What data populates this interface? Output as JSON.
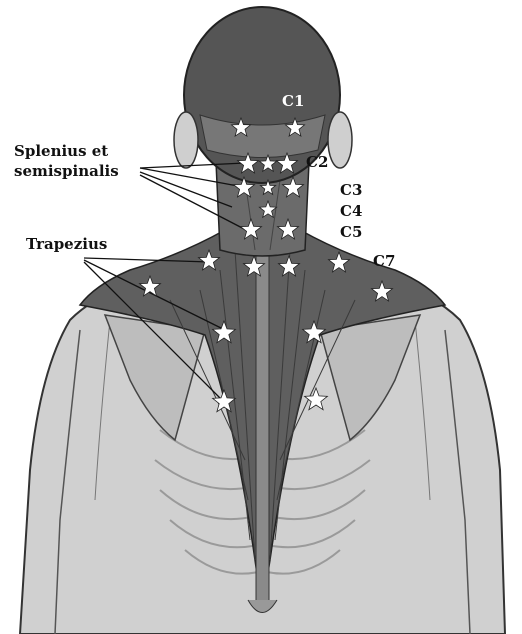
{
  "labels": {
    "splenius": "Splenius et",
    "semispinalis": "semispinalis",
    "trapezius": "Trapezius",
    "c1": "C1",
    "c2": "C2",
    "c3": "C3",
    "c4": "C4",
    "c5": "C5",
    "c7": "C7"
  },
  "colors": {
    "hair": "#4d4d4d",
    "skin": "#c9c9c9",
    "muscle": "#5a5a5a",
    "outline": "#222222",
    "star": "#ffffff"
  },
  "icons": [
    "trigger-point-star"
  ]
}
